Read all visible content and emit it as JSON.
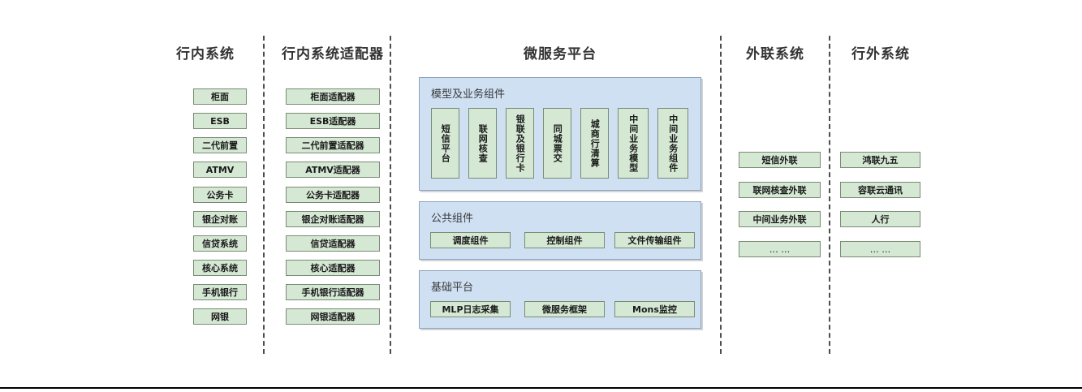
{
  "columns": [
    {
      "id": "in-bank-systems",
      "title": "行内系统",
      "items": [
        "柜面",
        "ESB",
        "二代前置",
        "ATMV",
        "公务卡",
        "银企对账",
        "信贷系统",
        "核心系统",
        "手机银行",
        "网银"
      ]
    },
    {
      "id": "in-bank-adapters",
      "title": "行内系统适配器",
      "items": [
        "柜面适配器",
        "ESB适配器",
        "二代前置适配器",
        "ATMV适配器",
        "公务卡适配器",
        "银企对账适配器",
        "信贷适配器",
        "核心适配器",
        "手机银行适配器",
        "网银适配器"
      ]
    },
    {
      "id": "external-link-systems",
      "title": "外联系统",
      "items": [
        "短信外联",
        "联网核查外联",
        "中间业务外联",
        "… …"
      ]
    },
    {
      "id": "out-of-bank-systems",
      "title": "行外系统",
      "items": [
        "鸿联九五",
        "容联云通讯",
        "人行",
        "… …"
      ]
    }
  ],
  "platform": {
    "title": "微服务平台",
    "panels": [
      {
        "id": "model-and-business-components",
        "label": "模型及业务组件",
        "orientation": "vertical",
        "items": [
          "短信平台",
          "联网核查",
          "银联及银行卡",
          "同城票交",
          "城商行清算",
          "中间业务模型",
          "中间业务组件"
        ]
      },
      {
        "id": "public-components",
        "label": "公共组件",
        "orientation": "horizontal",
        "items": [
          "调度组件",
          "控制组件",
          "文件传输组件"
        ]
      },
      {
        "id": "base-platform",
        "label": "基础平台",
        "orientation": "horizontal",
        "items": [
          "MLP日志采集",
          "微服务框架",
          "Mons监控"
        ]
      }
    ]
  },
  "colors": {
    "node_fill": "#d5e8d4",
    "node_border": "#7a8b75",
    "panel_fill": "#cfe0f3",
    "panel_border": "#8fa3bb",
    "title_text": "#333333",
    "separator": "#4d4d4d",
    "background": "#ffffff"
  }
}
